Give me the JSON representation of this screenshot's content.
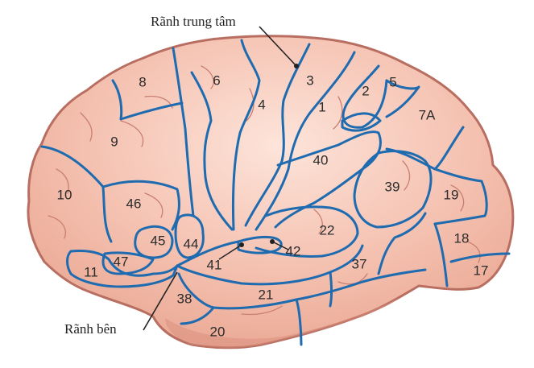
{
  "callouts": {
    "central_sulcus": "Rãnh trung tâm",
    "lateral_sulcus": "Rãnh bên"
  },
  "areas": {
    "a1": "1",
    "a2": "2",
    "a3": "3",
    "a4": "4",
    "a5": "5",
    "a6": "6",
    "a7a": "7A",
    "a8": "8",
    "a9": "9",
    "a10": "10",
    "a11": "11",
    "a17": "17",
    "a18": "18",
    "a19": "19",
    "a20": "20",
    "a21": "21",
    "a22": "22",
    "a37": "37",
    "a38": "38",
    "a39": "39",
    "a40": "40",
    "a41": "41",
    "a42": "42",
    "a44": "44",
    "a45": "45",
    "a46": "46",
    "a47": "47"
  },
  "colors": {
    "cortex_fill": "#f0b6a2",
    "cortex_highlight": "#fbe0d5",
    "cortex_outline": "#b86e61",
    "area_border": "#1f6bb0",
    "sulcus_line": "#c97f72",
    "label_text": "#2b2b2b"
  }
}
